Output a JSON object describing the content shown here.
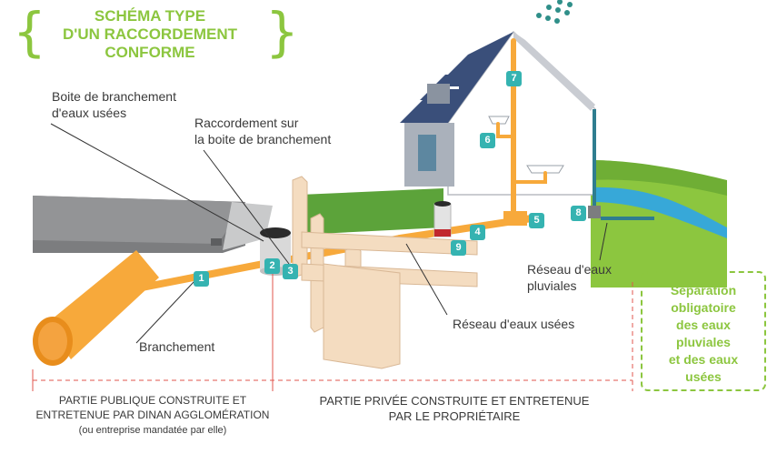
{
  "title": "SCHÉMA TYPE\nD'UN RACCORDEMENT\nCONFORME",
  "labels": {
    "boite": "Boite de branchement\nd'eaux usées",
    "raccordement": "Raccordement sur\nla boite de branchement",
    "branchement": "Branchement",
    "reseau_usees": "Réseau d'eaux usées",
    "reseau_pluviales": "Réseau d'eaux\npluviales"
  },
  "badges": [
    "1",
    "2",
    "3",
    "4",
    "5",
    "6",
    "7",
    "8",
    "9"
  ],
  "separation_note": "Séparation\nobligatoire\ndes eaux\npluviales\net des eaux\nusées",
  "zones": {
    "public_main": "PARTIE PUBLIQUE CONSTRUITE ET\nENTRETENUE PAR DINAN AGGLOMÉRATION",
    "public_sub": "(ou entreprise mandatée par elle)",
    "private": "PARTIE PRIVÉE CONSTRUITE ET ENTRETENUE\nPAR LE PROPRIÉTAIRE"
  },
  "colors": {
    "green": "#8cc63f",
    "teal": "#35b3b1",
    "pipe": "#f7a93b",
    "guide_red": "#e0554e"
  }
}
